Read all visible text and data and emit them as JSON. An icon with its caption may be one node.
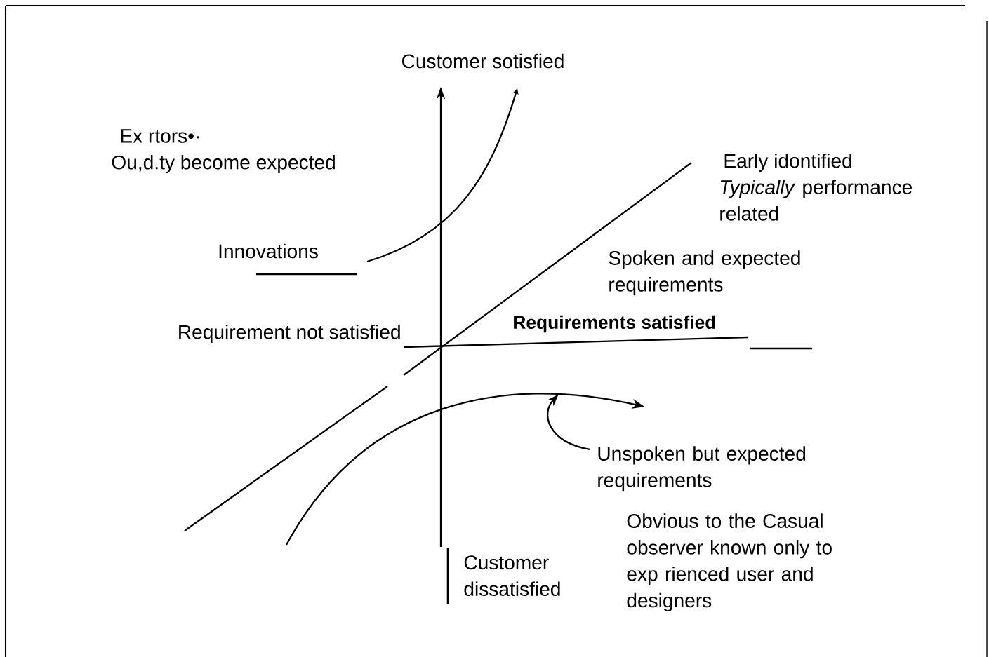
{
  "diagram": {
    "nodes": [
      {
        "text": [
          "Unspoken but expected requirements"
        ]
      },
      {
        "text": [],
        "shape": "curve"
      }
    ],
    "edges": [
      {
        "from": 0,
        "to": 1,
        "arrow": "to"
      }
    ],
    "labels": [
      "Customer sotisfied",
      "Ex rtors•·",
      "Ou,d.ty become expected",
      "Innovations",
      "Early idontified",
      "*Typically* performance related",
      "Spoken and expected requirements",
      "Requirement not satisfied",
      "Requirements satisfied",
      "Customer dissatisfied",
      "Obvious to the Casual observer known only to exp rienced user and designers"
    ]
  }
}
